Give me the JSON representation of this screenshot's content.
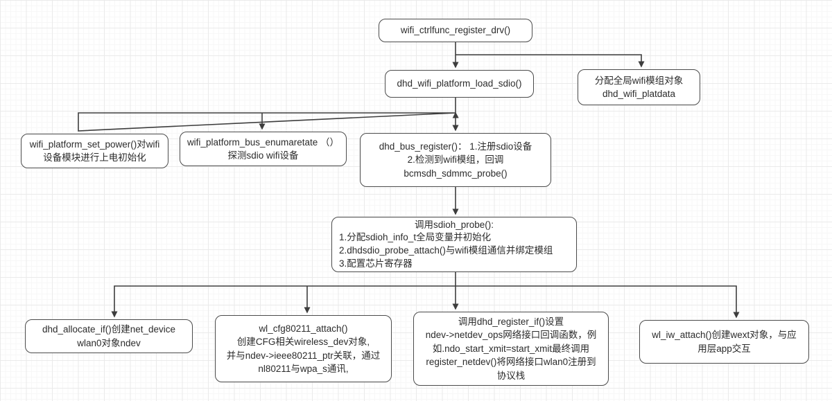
{
  "diagram": {
    "type": "flowchart",
    "topic": "wifi driver registration flow",
    "nodes": {
      "wifi_ctrlfunc_register_drv": {
        "label": "wifi_ctrlfunc_register_drv()"
      },
      "dhd_wifi_platform_load_sdio": {
        "label": "dhd_wifi_platform_load_sdio()"
      },
      "alloc_global_wifi_module": {
        "label": "分配全局wifi模组对象\ndhd_wifi_platdata"
      },
      "wifi_platform_set_power": {
        "label": "wifi_platform_set_power()对wifi\n设备模块进行上电初始化"
      },
      "wifi_platform_bus_enumaretate": {
        "label": "wifi_platform_bus_enumaretate （）\n探测sdio wifi设备"
      },
      "dhd_bus_register": {
        "label": "dhd_bus_register()： 1.注册sdio设备\n2.检测到wifi模组，回调\nbcmsdh_sdmmc_probe()"
      },
      "sdioh_probe": {
        "title": "调用sdioh_probe():",
        "body": "1.分配sdioh_info_t全局变量并初始化\n2.dhdsdio_probe_attach()与wifi模组通信并绑定模组\n3.配置芯片寄存器"
      },
      "dhd_allocate_if": {
        "label": "dhd_allocate_if()创建net_device\nwlan0对象ndev"
      },
      "wl_cfg80211_attach": {
        "label": "wl_cfg80211_attach()\n创建CFG相关wireless_dev对象,\n并与ndev->ieee80211_ptr关联，通过\nnl80211与wpa_s通讯,"
      },
      "dhd_register_if": {
        "label": "调用dhd_register_if()设置\nndev->netdev_ops网络接口回调函数，例\n如.ndo_start_xmit=start_xmit最终调用\nregister_netdev()将网络接口wlan0注册到\n协议栈"
      },
      "wl_iw_attach": {
        "label": "wl_iw_attach()创建wext对象，与应\n用层app交互"
      }
    },
    "edges": [
      "wifi_ctrlfunc_register_drv -> dhd_wifi_platform_load_sdio",
      "wifi_ctrlfunc_register_drv -> alloc_global_wifi_module",
      "dhd_wifi_platform_load_sdio -> wifi_platform_set_power",
      "dhd_wifi_platform_load_sdio -> wifi_platform_bus_enumaretate",
      "dhd_wifi_platform_load_sdio -> dhd_bus_register",
      "dhd_bus_register -> sdioh_probe",
      "sdioh_probe -> dhd_allocate_if",
      "sdioh_probe -> wl_cfg80211_attach",
      "sdioh_probe -> dhd_register_if",
      "sdioh_probe -> wl_iw_attach"
    ]
  },
  "colors": {
    "line_color": "#3d3d3d",
    "node_border": "#4a4a4a",
    "node_fill": "#ffffff",
    "text_color": "#2b2b2b",
    "grid_major": "#eaeaea",
    "canvas_bg": "#ffffff"
  }
}
